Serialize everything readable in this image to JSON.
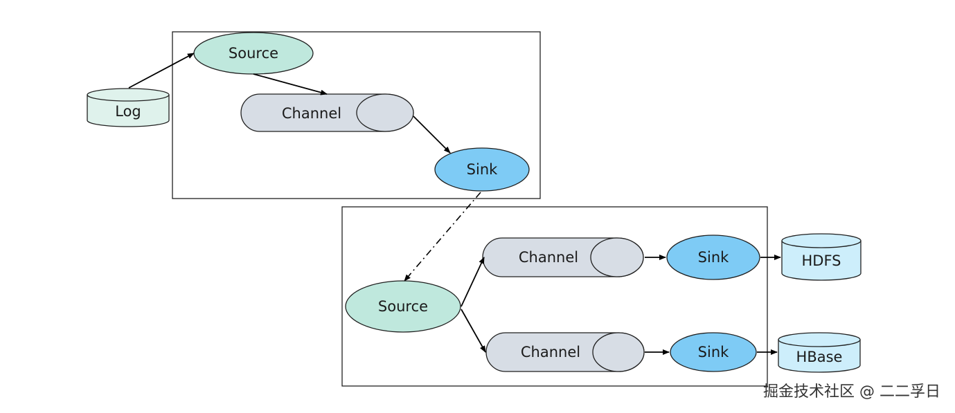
{
  "agent1": {
    "source_label": "Source",
    "channel_label": "Channel",
    "sink_label": "Sink"
  },
  "agent2": {
    "source_label": "Source",
    "channel1_label": "Channel",
    "channel2_label": "Channel",
    "sink1_label": "Sink",
    "sink2_label": "Sink"
  },
  "stores": {
    "log_label": "Log",
    "hdfs_label": "HDFS",
    "hbase_label": "HBase"
  },
  "watermark": "掘金技术社区 @ 二二孚日",
  "colors": {
    "source_fill": "#bfe8dd",
    "sink_fill": "#7ecbf5",
    "channel_fill": "#d7dde5",
    "store_fill": "#cdeefb"
  }
}
